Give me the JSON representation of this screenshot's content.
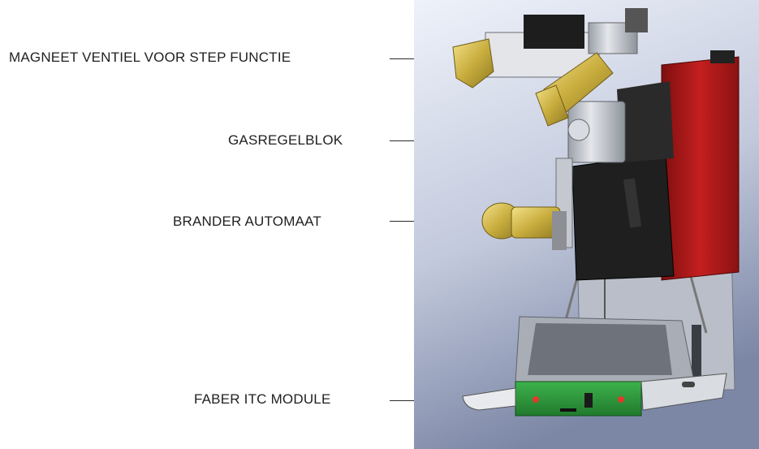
{
  "labels": {
    "magneet": "MAGNEET VENTIEL VOOR STEP FUNCTIE",
    "gasregel": "GASREGELBLOK",
    "brander": "BRANDER AUTOMAAT",
    "faber": "FABER ITC MODULE"
  },
  "colors": {
    "background_gradient_top": "#e9eef8",
    "background_gradient_bottom": "#7f8aa8",
    "housing_red": "#b71c1c",
    "housing_black": "#1d1d1d",
    "brass": "#d8c15a",
    "module_green": "#2e9c3e",
    "metal": "#c9ccd2"
  },
  "icons": {
    "product": "gas-control-assembly-illustration"
  }
}
